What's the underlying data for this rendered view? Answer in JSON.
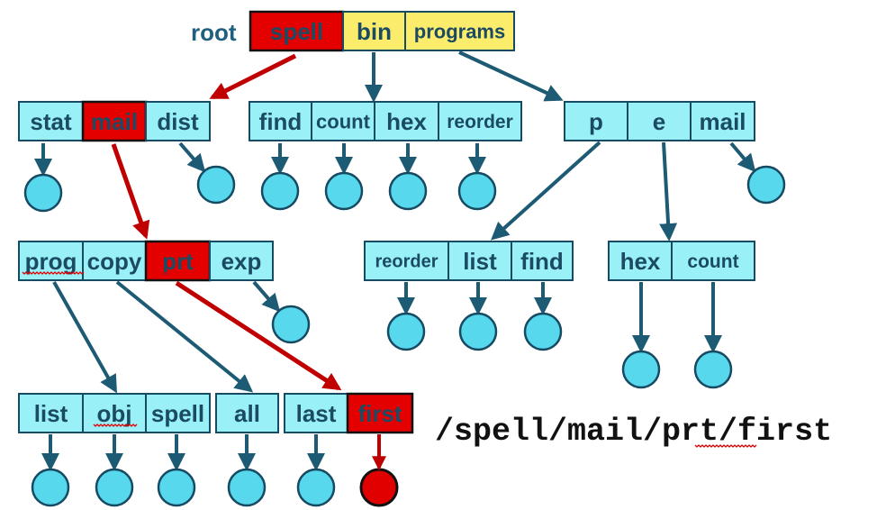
{
  "root_label": "root",
  "path_text": "/spell/mail/prt/first",
  "colors": {
    "cell": "#99f0f7",
    "cell_stroke": "#174a63",
    "highlight": "#e50000",
    "yellow": "#fcec6b",
    "arrow": "#1d5a73",
    "path_arrow": "#c00000",
    "leaf": "#57d8ec",
    "leaf_selected": "#e00000"
  },
  "nodes": {
    "n_root": [
      "spell",
      "bin",
      "programs"
    ],
    "n_spell": [
      "stat",
      "mail",
      "dist"
    ],
    "n_bin": [
      "find",
      "count",
      "hex",
      "reorder"
    ],
    "n_programs": [
      "p",
      "e",
      "mail"
    ],
    "n_mail": [
      "prog",
      "copy",
      "prt",
      "exp"
    ],
    "n_p": [
      "reorder",
      "list",
      "find"
    ],
    "n_e": [
      "hex",
      "count"
    ],
    "n_prog": [
      "list",
      "obj",
      "spell"
    ],
    "n_copy": [
      "all"
    ],
    "n_prt": [
      "last",
      "first"
    ]
  }
}
